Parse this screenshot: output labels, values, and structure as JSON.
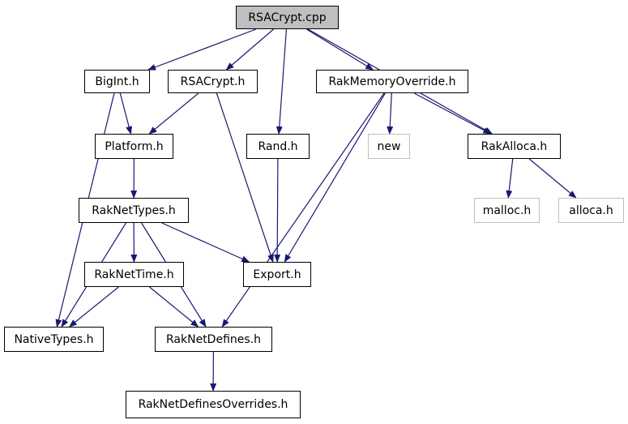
{
  "colors": {
    "edge": "#191970",
    "external_border": "#bfbfbf",
    "root_fill": "#bfbfbf",
    "node_border": "#000000"
  },
  "nodes": {
    "rsacrypt_cpp": "RSACrypt.cpp",
    "bigint_h": "BigInt.h",
    "rsacrypt_h": "RSACrypt.h",
    "rakmemoryoverride_h": "RakMemoryOverride.h",
    "platform_h": "Platform.h",
    "rand_h": "Rand.h",
    "new": "new",
    "rakalloca_h": "RakAlloca.h",
    "raknettypes_h": "RakNetTypes.h",
    "malloc_h": "malloc.h",
    "alloca_h": "alloca.h",
    "raknettime_h": "RakNetTime.h",
    "export_h": "Export.h",
    "nativetypes_h": "NativeTypes.h",
    "raknetdefines_h": "RakNetDefines.h",
    "raknetdefinesoverrides_h": "RakNetDefinesOverrides.h"
  },
  "edges": [
    [
      "rsacrypt_cpp",
      "bigint_h"
    ],
    [
      "rsacrypt_cpp",
      "rsacrypt_h"
    ],
    [
      "rsacrypt_cpp",
      "rand_h"
    ],
    [
      "rsacrypt_cpp",
      "rakmemoryoverride_h"
    ],
    [
      "rsacrypt_cpp",
      "rakalloca_h"
    ],
    [
      "bigint_h",
      "platform_h"
    ],
    [
      "bigint_h",
      "nativetypes_h"
    ],
    [
      "rsacrypt_h",
      "platform_h"
    ],
    [
      "rsacrypt_h",
      "export_h"
    ],
    [
      "rakmemoryoverride_h",
      "new"
    ],
    [
      "rakmemoryoverride_h",
      "rakalloca_h"
    ],
    [
      "rakmemoryoverride_h",
      "export_h"
    ],
    [
      "rakmemoryoverride_h",
      "raknetdefines_h"
    ],
    [
      "rand_h",
      "export_h"
    ],
    [
      "rakalloca_h",
      "malloc_h"
    ],
    [
      "rakalloca_h",
      "alloca_h"
    ],
    [
      "platform_h",
      "raknettypes_h"
    ],
    [
      "raknettypes_h",
      "raknettime_h"
    ],
    [
      "raknettypes_h",
      "export_h"
    ],
    [
      "raknettypes_h",
      "nativetypes_h"
    ],
    [
      "raknettypes_h",
      "raknetdefines_h"
    ],
    [
      "raknettime_h",
      "nativetypes_h"
    ],
    [
      "raknettime_h",
      "raknetdefines_h"
    ],
    [
      "raknetdefines_h",
      "raknetdefinesoverrides_h"
    ]
  ]
}
